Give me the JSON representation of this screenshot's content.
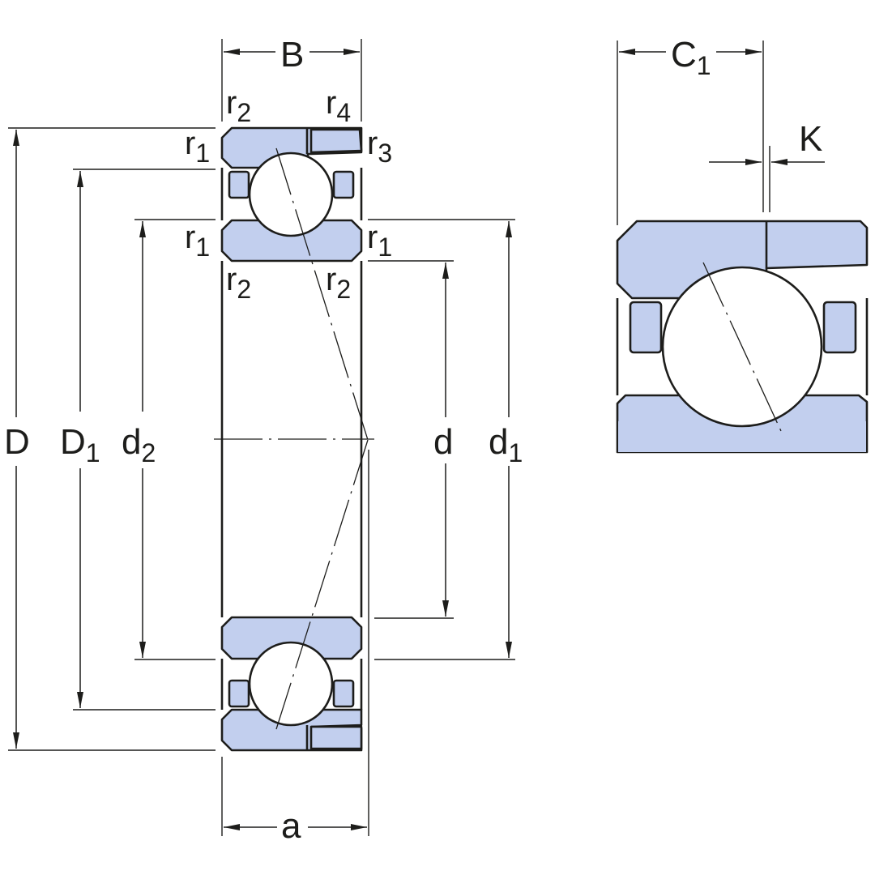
{
  "labels": {
    "B": "B",
    "D": "D",
    "D1": "D",
    "D1_sub": "1",
    "d2": "d",
    "d2_sub": "2",
    "d": "d",
    "d1": "d",
    "d1_sub": "1",
    "a": "a",
    "C1": "C",
    "C1_sub": "1",
    "K": "K",
    "r": "r",
    "sub1": "1",
    "sub2": "2",
    "sub3": "3",
    "sub4": "4"
  },
  "colors": {
    "ring_fill": "#c2cfee",
    "outline": "#1d1d1b"
  }
}
